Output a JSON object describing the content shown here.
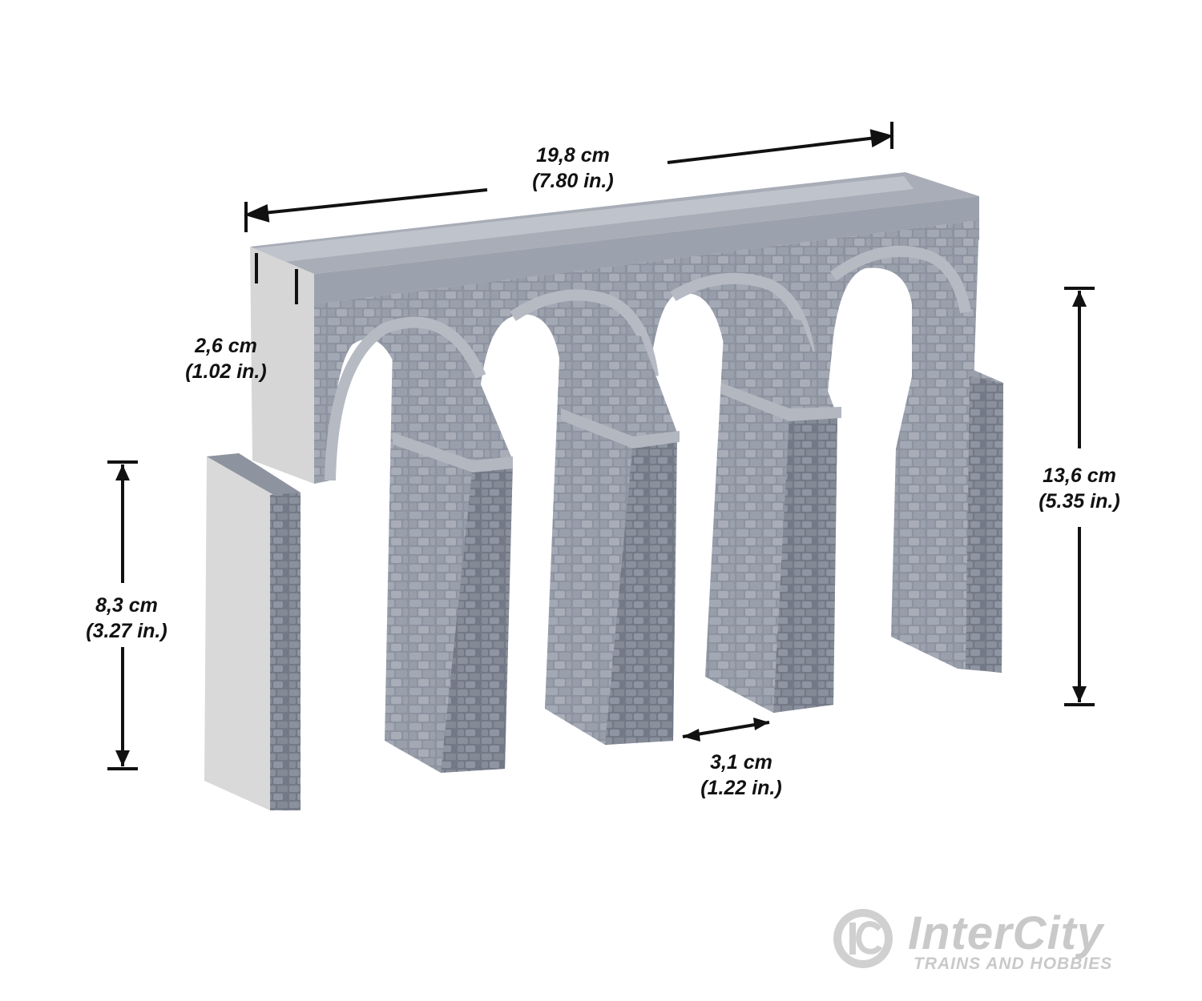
{
  "colors": {
    "background": "#ffffff",
    "stone_dark": "#7c8290",
    "stone_mid": "#959ba7",
    "stone_light": "#b8bcc5",
    "deck_top": "#a8adb7",
    "plain_block": "#d8d8d8",
    "dimension_ink": "#111111",
    "logo": "#c9c9c9"
  },
  "dimensions": {
    "length": {
      "metric": "19,8 cm",
      "imperial": "(7.80 in.)"
    },
    "deck_thickness": {
      "metric": "2,6 cm",
      "imperial": "(1.02 in.)"
    },
    "abutment_height": {
      "metric": "8,3 cm",
      "imperial": "(3.27 in.)"
    },
    "total_height": {
      "metric": "13,6 cm",
      "imperial": "(5.35 in.)"
    },
    "pier_width": {
      "metric": "3,1 cm",
      "imperial": "(1.22 in.)"
    }
  },
  "logo": {
    "name": "InterCity",
    "tagline": "TRAINS AND HOBBIES",
    "emblem": "IC"
  }
}
